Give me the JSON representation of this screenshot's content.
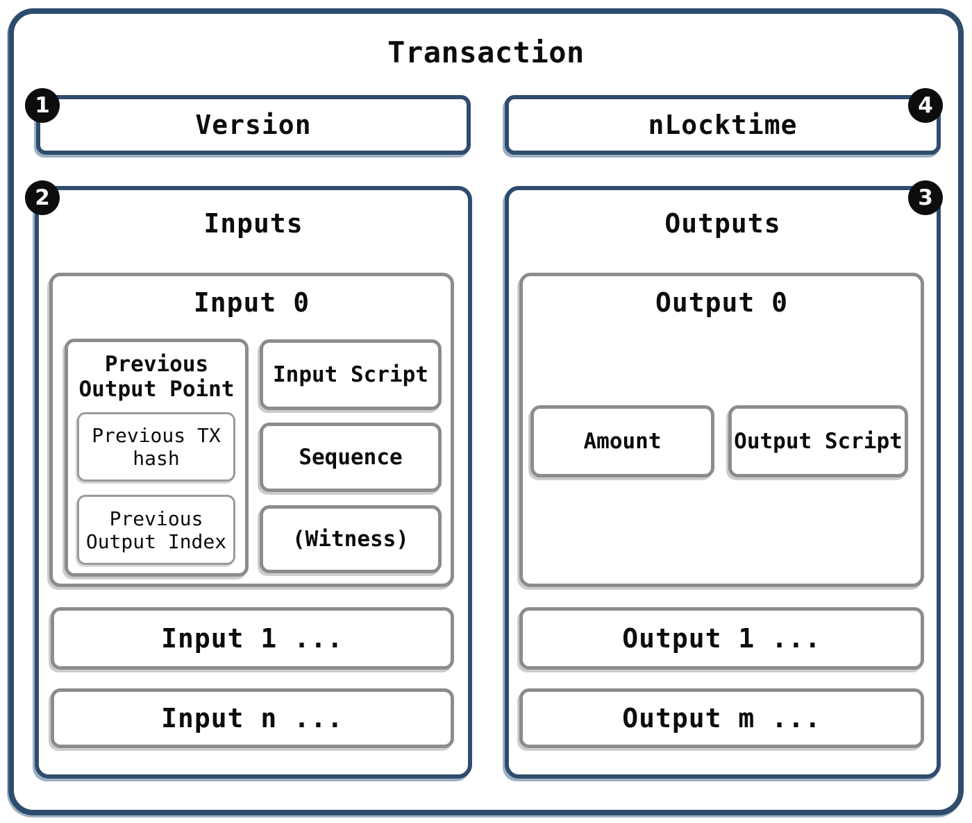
{
  "diagram": {
    "title": "Transaction",
    "version": {
      "badge": "1",
      "label": "Version"
    },
    "nlocktime": {
      "badge": "4",
      "label": "nLocktime"
    },
    "inputs": {
      "badge": "2",
      "title": "Inputs",
      "input0": {
        "title": "Input 0",
        "prev_output_point": {
          "title": "Previous Output Point",
          "prev_tx_hash": "Previous TX hash",
          "prev_output_index": "Previous Output Index"
        },
        "input_script": "Input Script",
        "sequence": "Sequence",
        "witness": "(Witness)"
      },
      "more": [
        "Input 1 ...",
        "Input n ..."
      ]
    },
    "outputs": {
      "badge": "3",
      "title": "Outputs",
      "output0": {
        "title": "Output 0",
        "amount": "Amount",
        "output_script": "Output Script"
      },
      "more": [
        "Output 1 ...",
        "Output m ..."
      ]
    },
    "colors": {
      "border_blue": "#2e4c6d",
      "border_gray": "#8c8c8c",
      "badge_bg": "#0d0d0d",
      "text": "#0c0c0c"
    }
  }
}
